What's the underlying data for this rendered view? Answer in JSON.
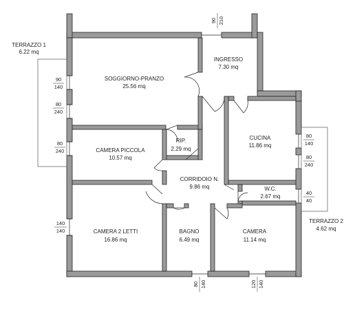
{
  "rooms": {
    "soggiorno": {
      "name": "SOGGIORNO-PRANZO",
      "area": "25.56 mq"
    },
    "ingresso": {
      "name": "INGRESSO",
      "area": "7.30 mq"
    },
    "cucina": {
      "name": "CUCINA",
      "area": "11.86 mq"
    },
    "ripostiglio": {
      "name": "RIP.",
      "area": "2.29 mq"
    },
    "camera_piccola": {
      "name": "CAMERA PICCOLA",
      "area": "10.57 mq"
    },
    "corridoio": {
      "name": "CORRIDOIO N.",
      "area": "9.86 mq"
    },
    "wc": {
      "name": "W.C.",
      "area": "2.67 mq"
    },
    "camera_2_letti": {
      "name": "CAMERA 2 LETTI",
      "area": "16.86 mq"
    },
    "bagno": {
      "name": "BAGNO",
      "area": "6.49 mq"
    },
    "camera": {
      "name": "CAMERA",
      "area": "11.14 mq"
    },
    "terrazzo_1": {
      "name": "TERRAZZO 1",
      "area": "6.22 mq"
    },
    "terrazzo_2": {
      "name": "TERRAZZO 2",
      "area": "4.62 mq"
    }
  },
  "openings": {
    "door_ingresso": {
      "w": "90",
      "h": "210"
    },
    "win_soggiorno_1": {
      "w": "90",
      "h": "140"
    },
    "win_soggiorno_2": {
      "w": "80",
      "h": "240"
    },
    "win_camera_piccola": {
      "w": "80",
      "h": "240"
    },
    "win_camera_2_letti": {
      "w": "140",
      "h": "140"
    },
    "win_bagno": {
      "w": "80",
      "h": "140"
    },
    "win_camera": {
      "w": "120",
      "h": "140"
    },
    "win_cucina_1": {
      "w": "80",
      "h": "140"
    },
    "win_cucina_2": {
      "w": "80",
      "h": "240"
    },
    "win_wc": {
      "w": "40",
      "h": "40"
    }
  },
  "colors": {
    "wall_fill": "#9a9a9a",
    "line": "#222222"
  }
}
